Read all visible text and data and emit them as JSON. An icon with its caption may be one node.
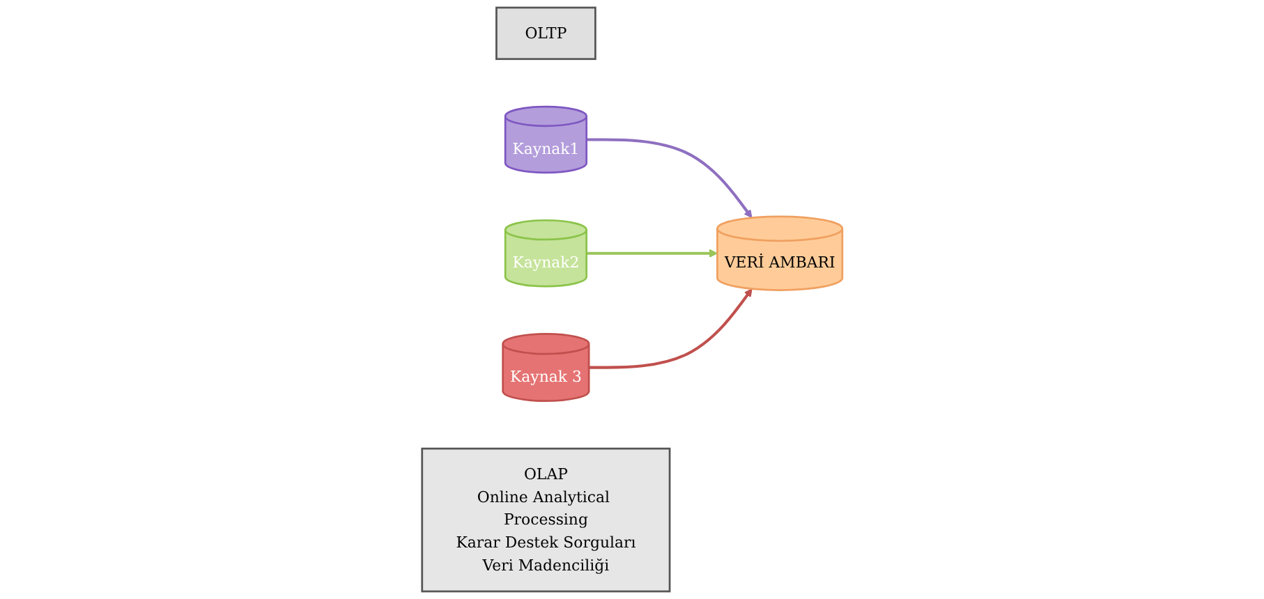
{
  "diagram": {
    "nodes": [
      {
        "text": [
          "OLTP"
        ]
      },
      {
        "text": [
          "Kaynak1"
        ]
      },
      {
        "text": [
          "Kaynak2"
        ]
      },
      {
        "text": [
          "Kaynak 3"
        ]
      },
      {
        "text": [
          "OLAP",
          "Online Analytical Processing",
          "Karar Destek Sorguları",
          "Veri Madenciliği"
        ]
      },
      {
        "text": [
          "VERİ AMBARI"
        ]
      }
    ],
    "edges": [
      {
        "from": 1,
        "to": 5,
        "arrow": "to",
        "color": "#8e6fc0"
      },
      {
        "from": 2,
        "to": 5,
        "arrow": "to",
        "color": "#9bc55a"
      },
      {
        "from": 3,
        "to": 5,
        "arrow": "to",
        "color": "#c0504d"
      }
    ]
  }
}
